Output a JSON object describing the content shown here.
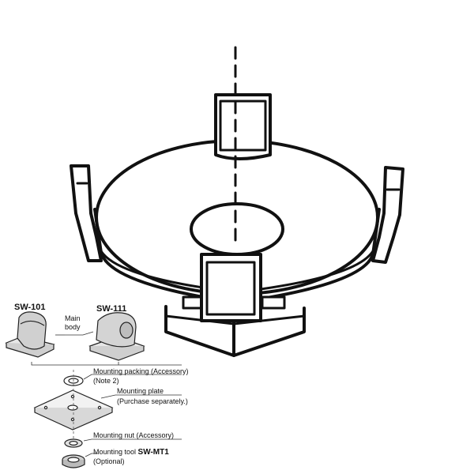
{
  "labels": {
    "sw101": "SW-101",
    "sw111": "SW-111",
    "main_body_1": "Main",
    "main_body_2": "body",
    "packing_1": "Mounting packing (Accessory)",
    "packing_2": "(Note 2)",
    "plate_1": "Mounting plate",
    "plate_2": "(Purchase separately.)",
    "nut": "Mounting nut (Accessory)",
    "tool_prefix": "Mounting tool ",
    "tool_code": "SW-MT1",
    "tool_2": "(Optional)"
  }
}
